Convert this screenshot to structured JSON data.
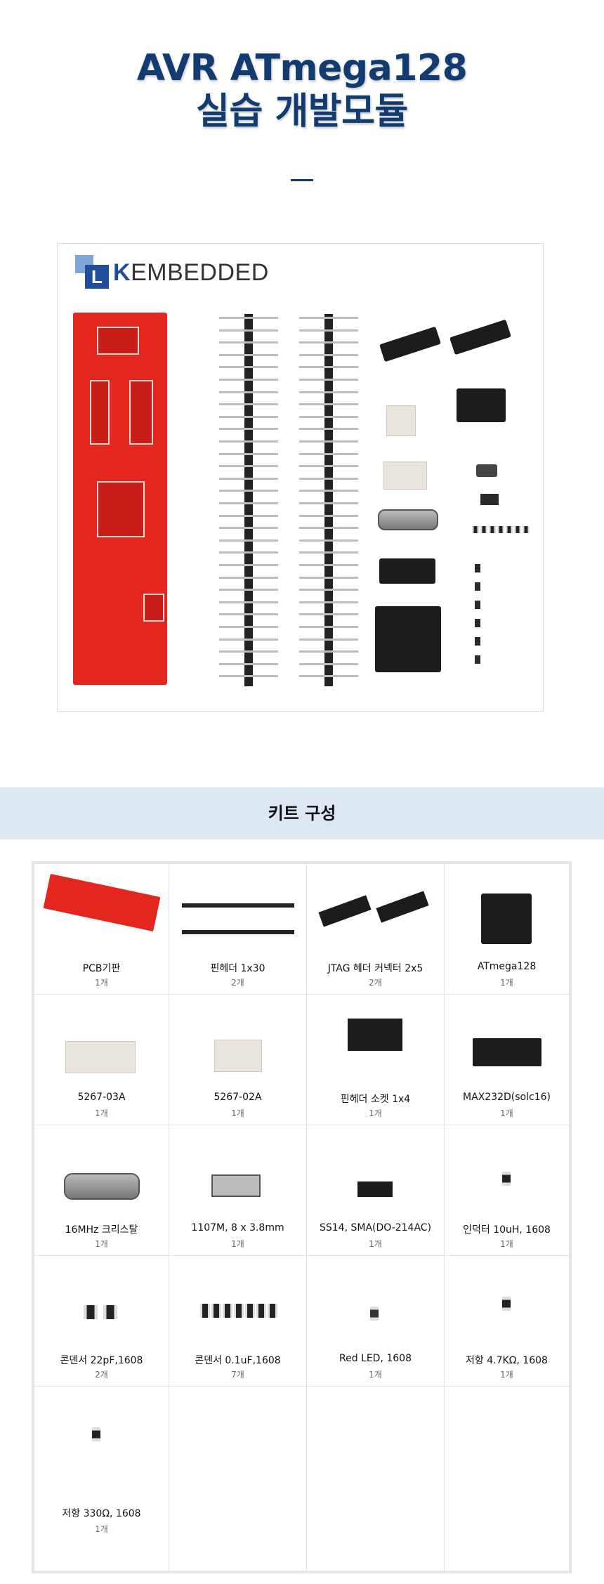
{
  "title": {
    "line1": "AVR ATmega128",
    "line2": "실습 개발모듈"
  },
  "hero": {
    "logo_letters": "L",
    "logo_k": "K",
    "logo_text": "EMBEDDED"
  },
  "kit": {
    "heading": "키트 구성",
    "items": [
      {
        "name": "PCB기판",
        "qty": "1개",
        "icon": "pcb-board"
      },
      {
        "name": "핀헤더 1x30",
        "qty": "2개",
        "icon": "pin-header"
      },
      {
        "name": "JTAG 헤더 커넥터 2x5",
        "qty": "2개",
        "icon": "jtag-connector"
      },
      {
        "name": "ATmega128",
        "qty": "1개",
        "icon": "tqfp-chip"
      },
      {
        "name": "5267-03A",
        "qty": "1개",
        "icon": "connector-3pin"
      },
      {
        "name": "5267-02A",
        "qty": "1개",
        "icon": "connector-2pin"
      },
      {
        "name": "핀헤더 소켓 1x4",
        "qty": "1개",
        "icon": "pin-socket"
      },
      {
        "name": "MAX232D(solc16)",
        "qty": "1개",
        "icon": "soic-chip"
      },
      {
        "name": "16MHz 크리스탈",
        "qty": "1개",
        "icon": "crystal"
      },
      {
        "name": "1107M, 8 x 3.8mm",
        "qty": "1개",
        "icon": "tact-switch"
      },
      {
        "name": "SS14, SMA(DO-214AC)",
        "qty": "1개",
        "icon": "diode"
      },
      {
        "name": "인덕터 10uH, 1608",
        "qty": "1개",
        "icon": "inductor"
      },
      {
        "name": "콘덴서 22pF,1608",
        "qty": "2개",
        "icon": "capacitor-pair"
      },
      {
        "name": "콘덴서 0.1uF,1608",
        "qty": "7개",
        "icon": "capacitor-row"
      },
      {
        "name": "Red LED, 1608",
        "qty": "1개",
        "icon": "led"
      },
      {
        "name": "저항 4.7KΩ, 1608",
        "qty": "1개",
        "icon": "resistor"
      },
      {
        "name": "저항 330Ω, 1608",
        "qty": "1개",
        "icon": "resistor"
      }
    ]
  }
}
